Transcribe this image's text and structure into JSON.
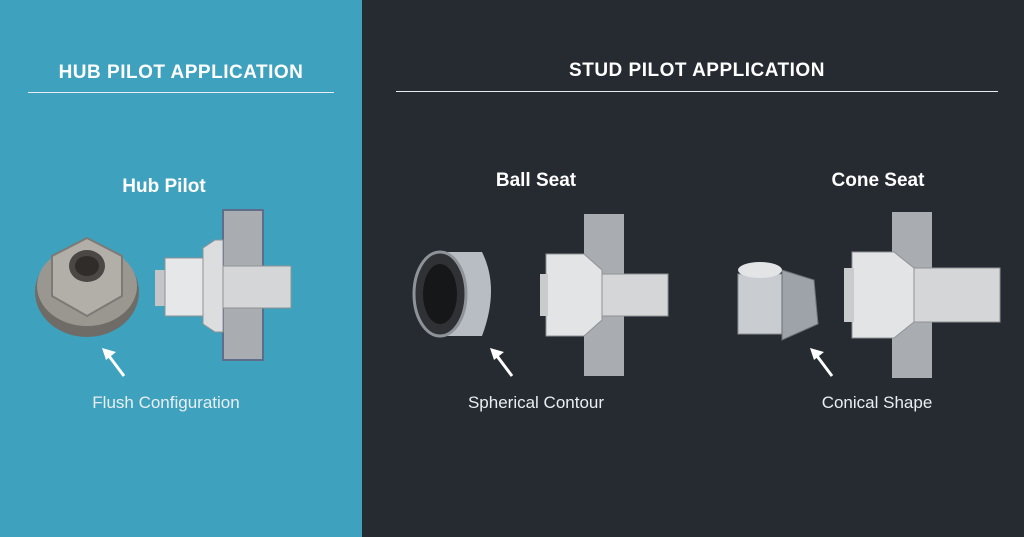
{
  "hub": {
    "heading": "HUB PILOT APPLICATION",
    "subheading": "Hub Pilot",
    "caption": "Flush Configuration"
  },
  "stud": {
    "heading": "STUD PILOT APPLICATION",
    "ball": {
      "subheading": "Ball Seat",
      "caption": "Spherical Contour"
    },
    "cone": {
      "subheading": "Cone Seat",
      "caption": "Conical Shape"
    }
  },
  "colors": {
    "hub_bg": "#3ea2bf",
    "stud_bg": "#262a31",
    "text": "#ffffff"
  }
}
